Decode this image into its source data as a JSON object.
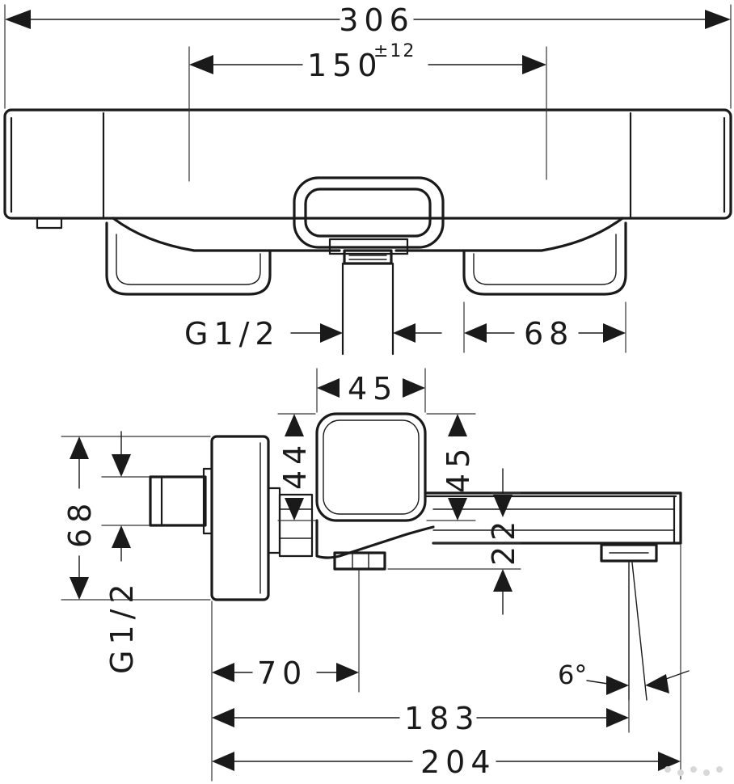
{
  "dimensions": {
    "total_width": "306",
    "wall_spacing": "150",
    "wall_spacing_tolerance": "±12",
    "inlet_thread_top": "G1/2",
    "handle_width": "68",
    "control_width": "45",
    "control_height_left": "44",
    "control_height_right": "45",
    "height": "68",
    "inlet_thread_side": "G1/2",
    "spout_height": "22",
    "outlet_offset": "70",
    "spout_projection": "183",
    "total_depth": "204",
    "spout_angle": "6°"
  }
}
